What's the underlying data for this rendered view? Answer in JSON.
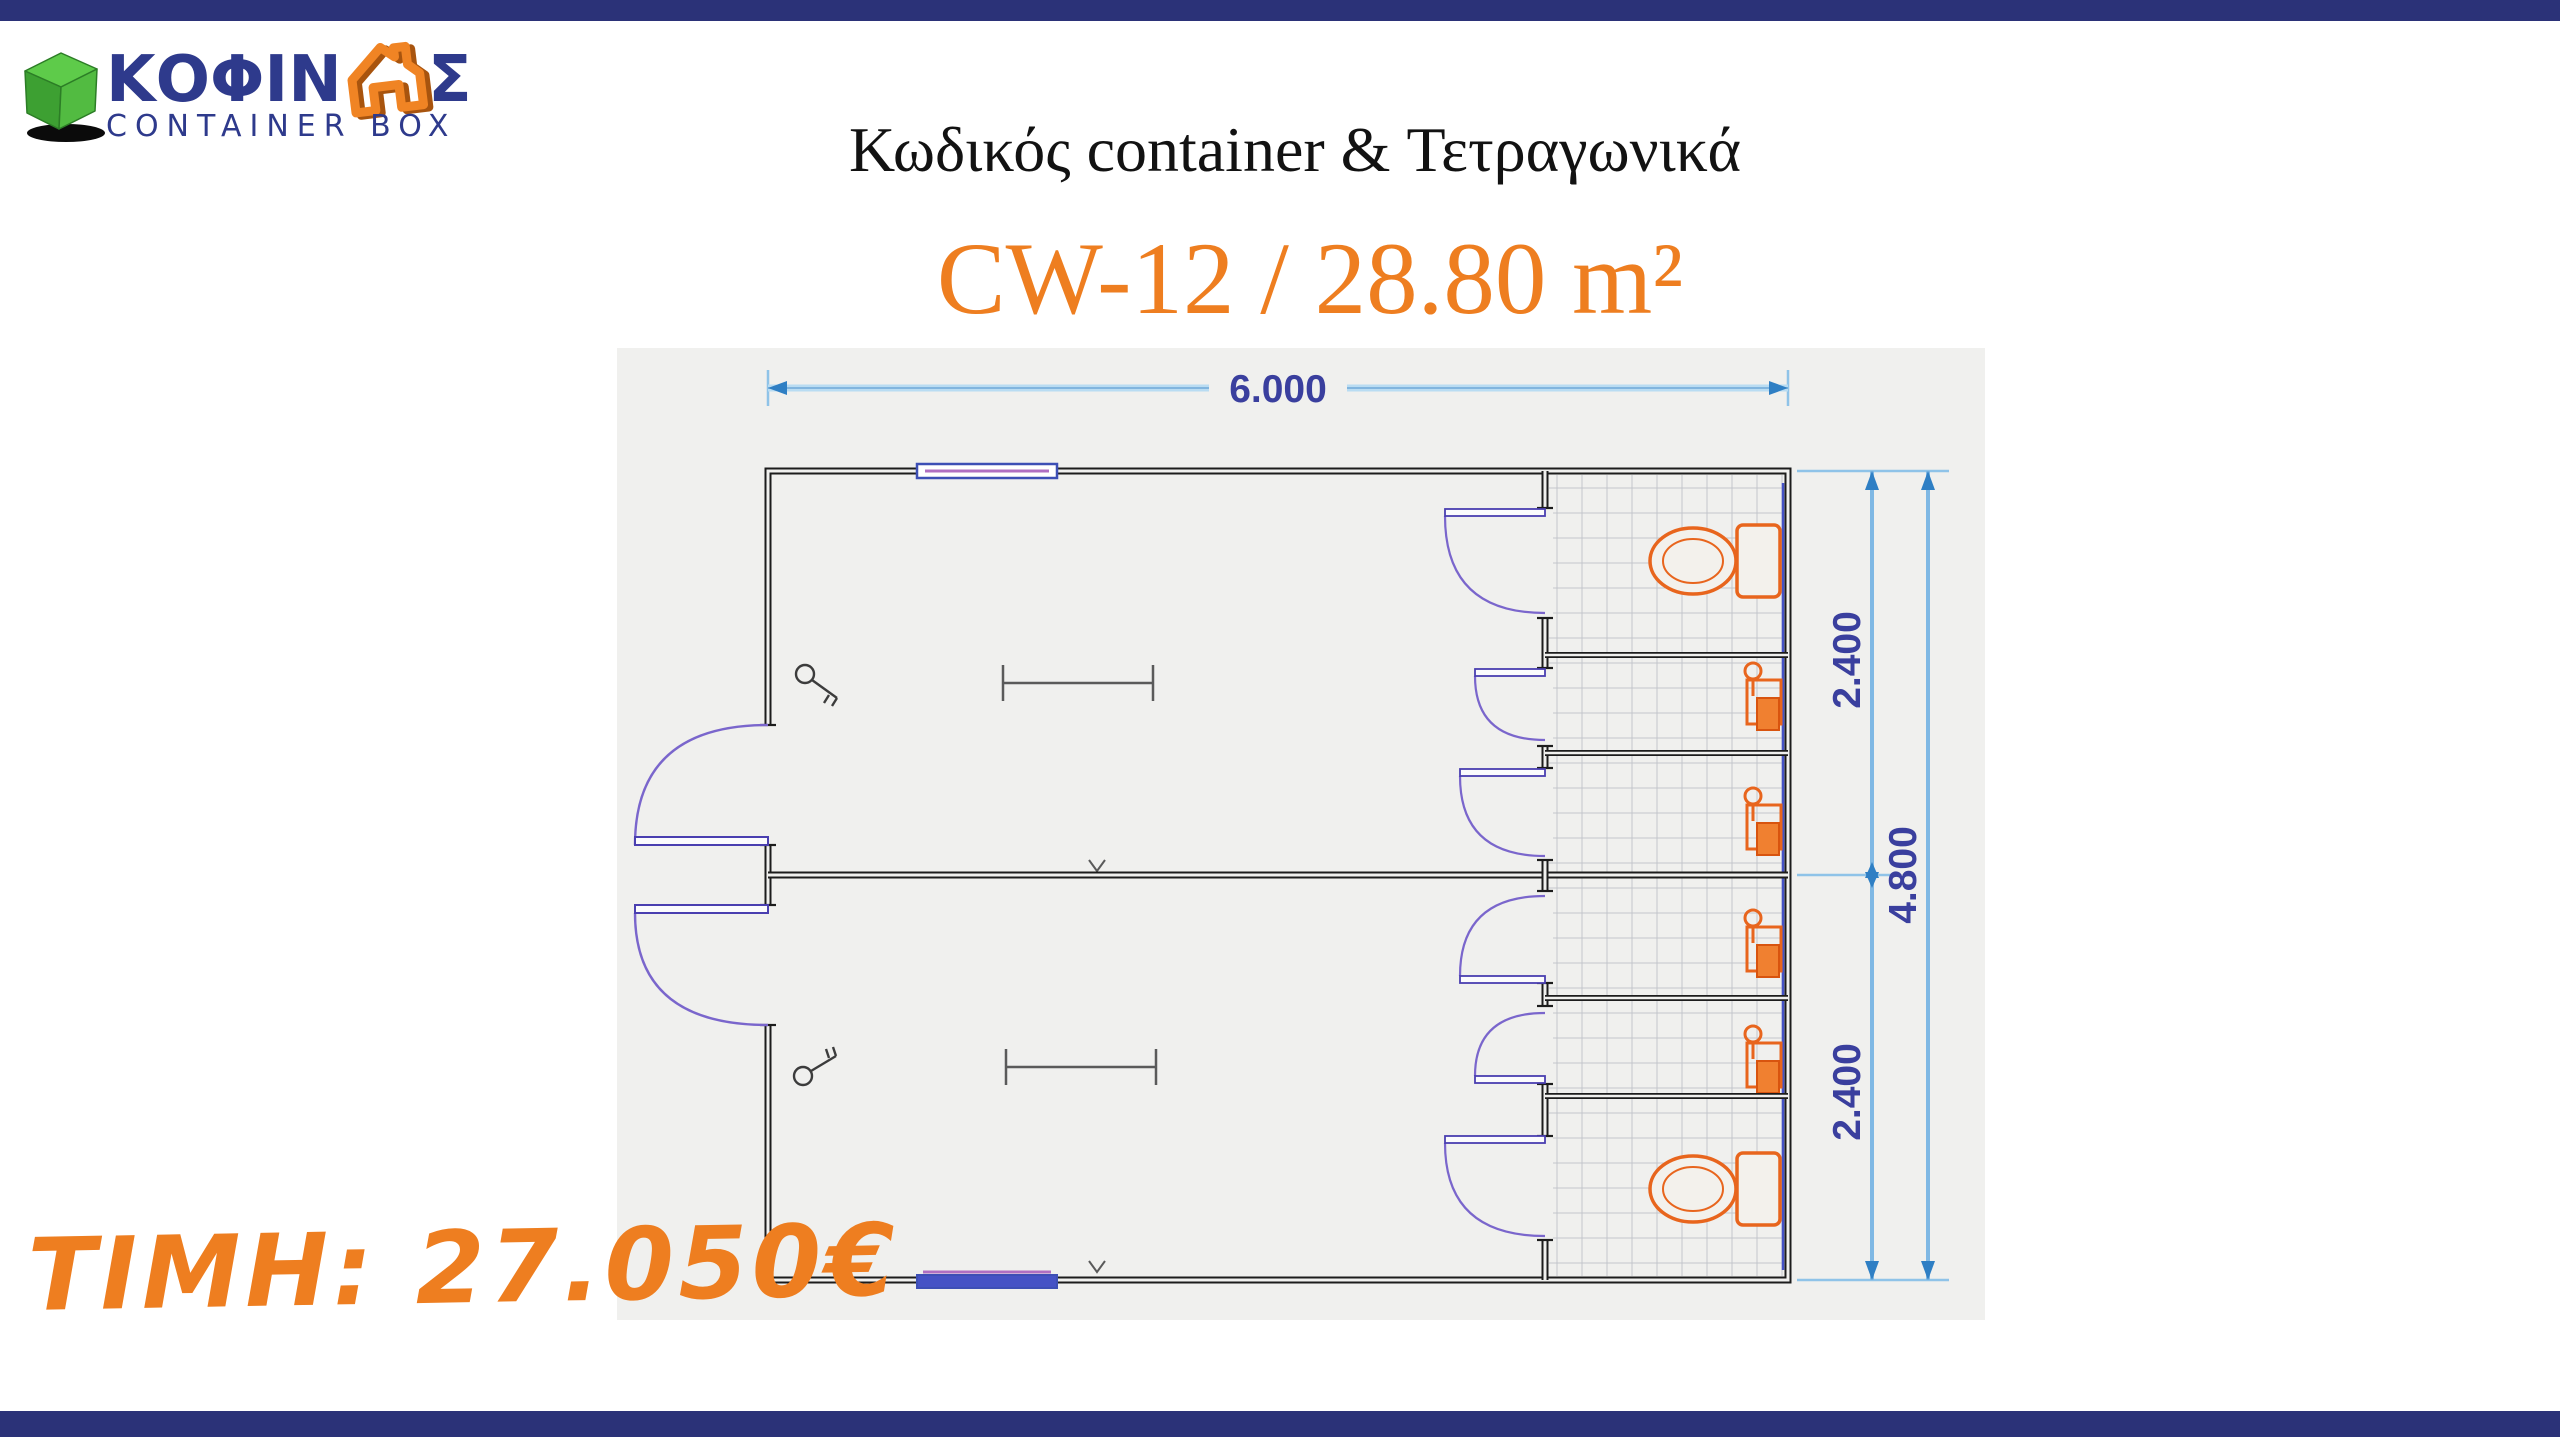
{
  "logo": {
    "brand_part1": "ΚΟΦΙΝ",
    "brand_part2": "Σ",
    "tagline": "CONTAINER BOX"
  },
  "header": {
    "title": "Κωδικός container & Τετραγωνικά",
    "container_code": "CW-12 / 28.80 m²"
  },
  "price": {
    "label": "ΤΙΜΗ: 27.050€"
  },
  "plan": {
    "dimensions": {
      "width_total": "6.000",
      "height_upper": "2.400",
      "height_lower": "2.400",
      "height_total": "4.800"
    },
    "features": {
      "main_rooms": 2,
      "wc_stalls": 6,
      "entry_doors": 2,
      "windows": 2
    }
  },
  "colors": {
    "navy_bar": "#2b3278",
    "logo_blue": "#2e3a8c",
    "accent_orange": "#ee7e20",
    "cube_green": "#52bb41",
    "plan_background": "#f0f0ee",
    "wall": "#1c1c1c",
    "door_purple": "#7a66cc",
    "window_blue": "#4552c5",
    "dimension_line_blue": "#8fc3e8",
    "dimension_text_blue": "#3a3f9e",
    "fixture_orange": "#e8651d"
  }
}
